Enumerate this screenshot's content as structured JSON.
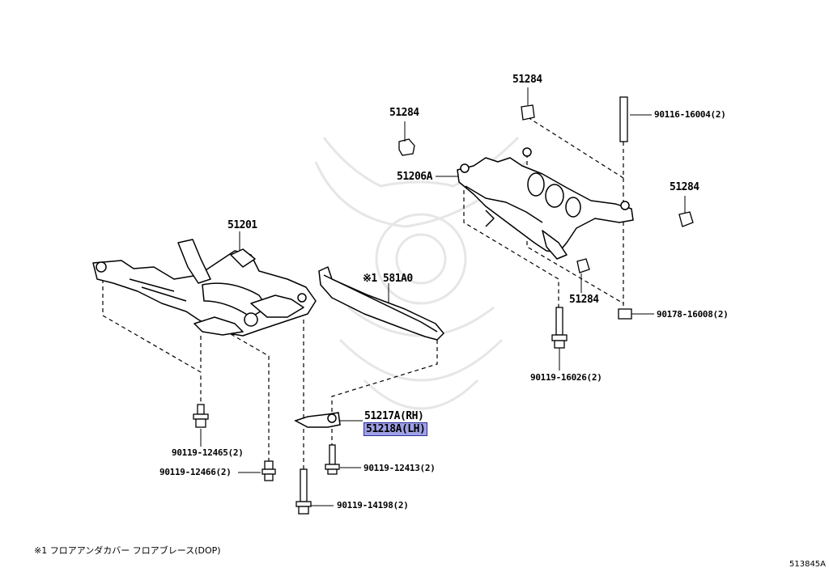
{
  "parts": {
    "front_crossmember": "51201",
    "rear_crossmember": "51206A",
    "floor_brace": "※1 581A0",
    "brace_rh": "51217A(RH)",
    "brace_lh": "51218A(LH)",
    "stopper_top": "51284",
    "stopper_left": "51284",
    "stopper_right": "51284",
    "stopper_mid": "51284"
  },
  "fasteners": {
    "stud_rear": "90116-16004(2)",
    "nut_rear": "90178-16008(2)",
    "bolt_rear": "90119-16026(2)",
    "bolt_front_a": "90119-12465(2)",
    "bolt_front_b": "90119-12466(2)",
    "bolt_brace": "90119-12413(2)",
    "bolt_long": "90119-14198(2)"
  },
  "footnote": "※1 フロアアンダカバー フロアブレース(DOP)",
  "diagram_id": "513845A",
  "highlight_color": "#9fa1e6"
}
